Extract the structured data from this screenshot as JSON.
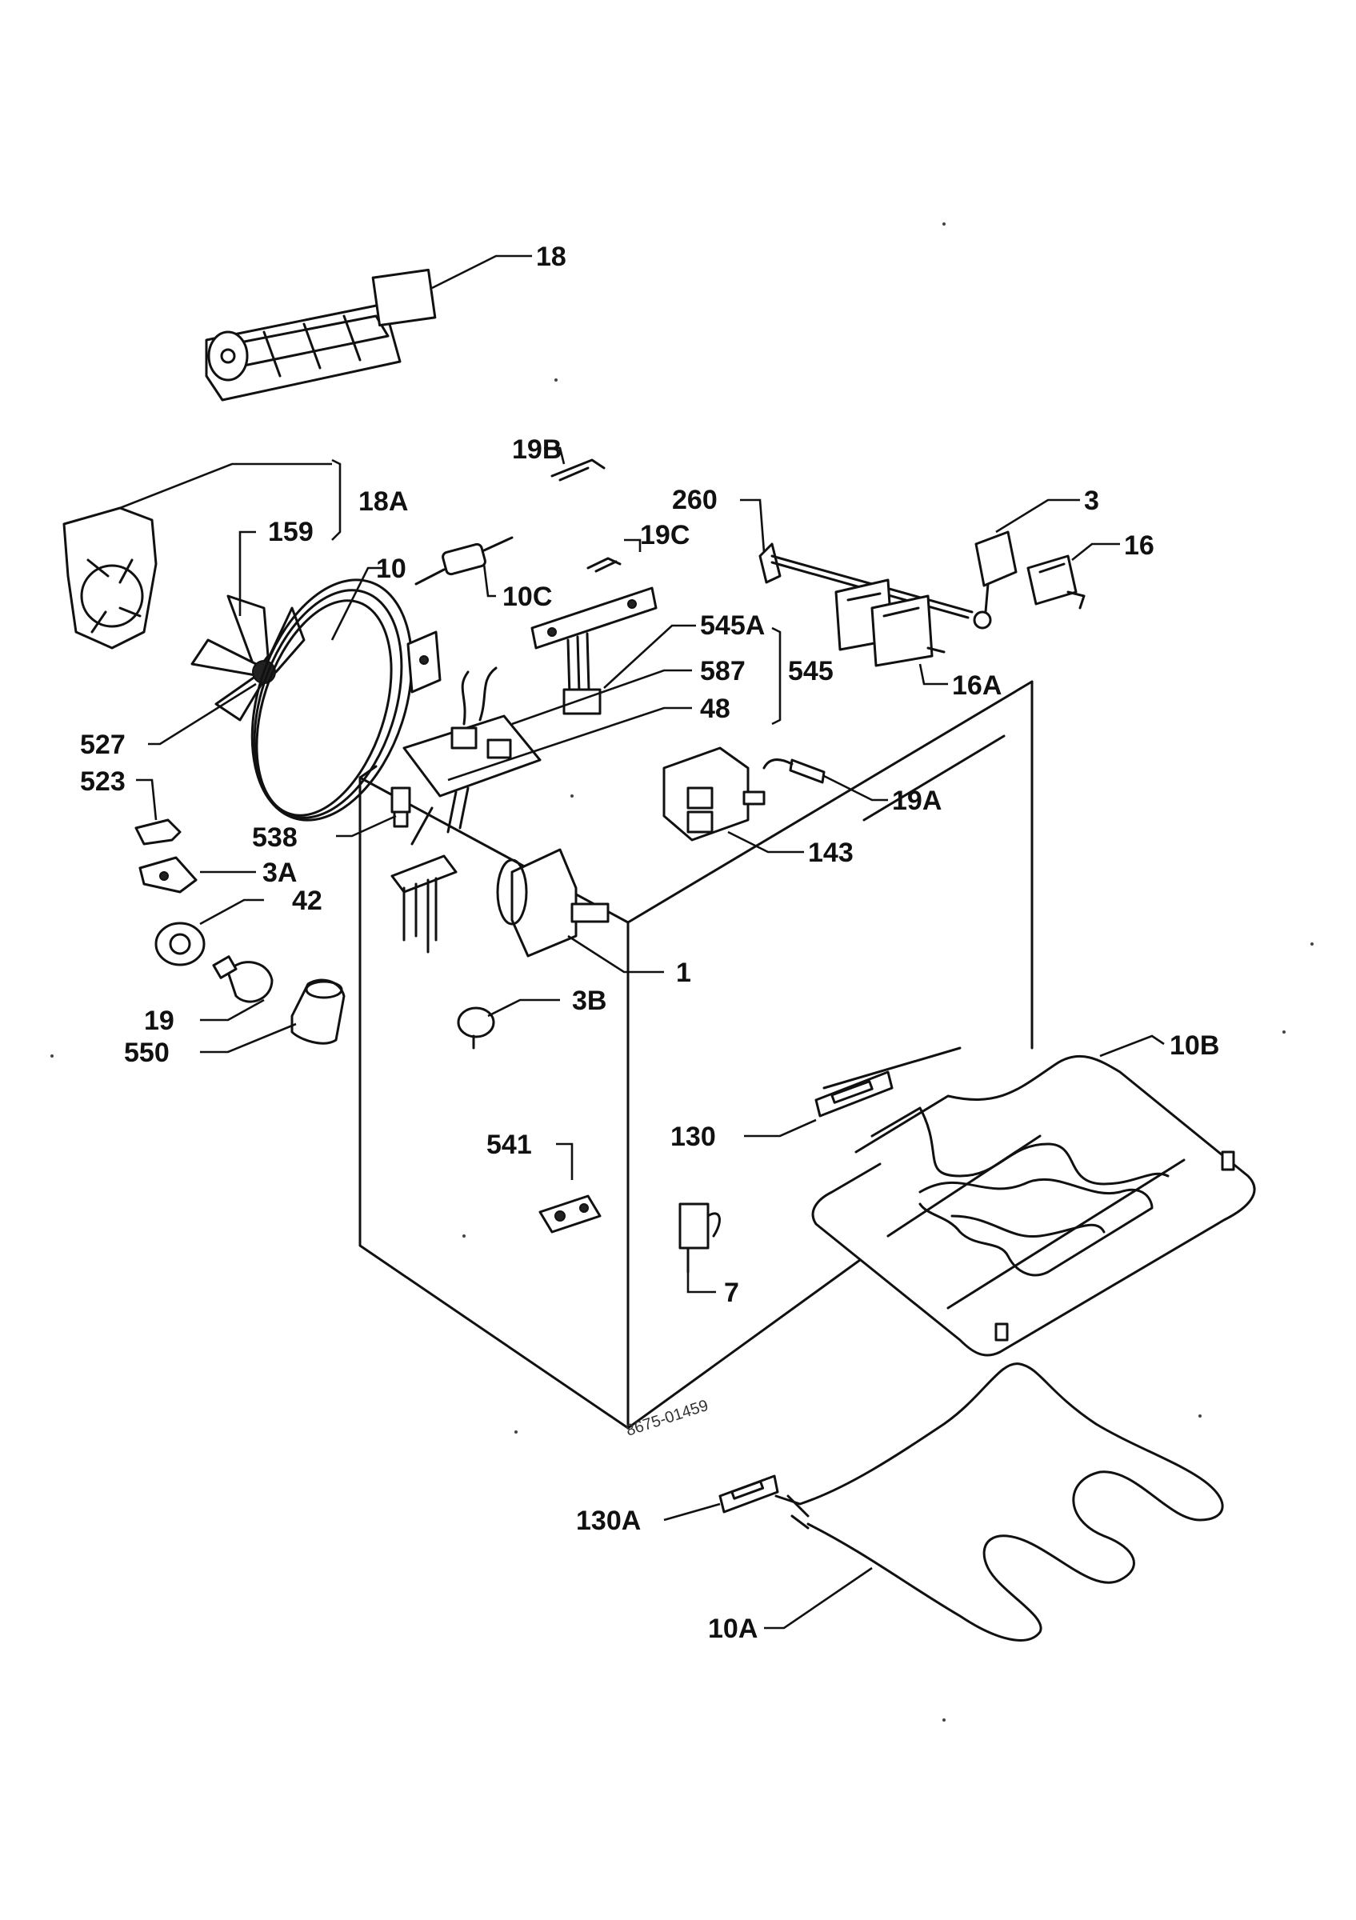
{
  "diagram": {
    "callouts": [
      "18",
      "18A",
      "159",
      "10",
      "19B",
      "10C",
      "19C",
      "260",
      "3",
      "16",
      "545A",
      "545",
      "587",
      "48",
      "16A",
      "527",
      "523",
      "538",
      "3A",
      "42",
      "19A",
      "143",
      "1",
      "19",
      "550",
      "3B",
      "10B",
      "130",
      "541",
      "7",
      "130A",
      "10A"
    ],
    "stamp": "8675-01459"
  },
  "colors": {
    "line": "#111111",
    "background": "#ffffff"
  }
}
